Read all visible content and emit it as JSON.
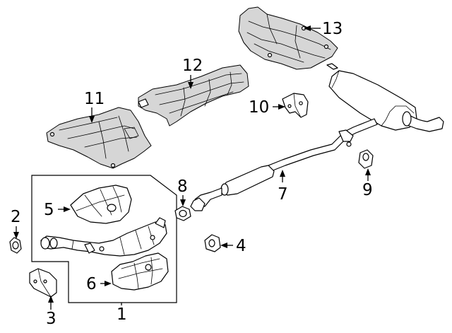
{
  "callouts": {
    "c1": "1",
    "c2": "2",
    "c3": "3",
    "c4": "4",
    "c5": "5",
    "c6": "6",
    "c7": "7",
    "c8": "8",
    "c9": "9",
    "c10": "10",
    "c11": "11",
    "c12": "12",
    "c13": "13"
  },
  "colors": {
    "line": "#000000",
    "shading": "#d6d6d6",
    "background": "#ffffff"
  }
}
